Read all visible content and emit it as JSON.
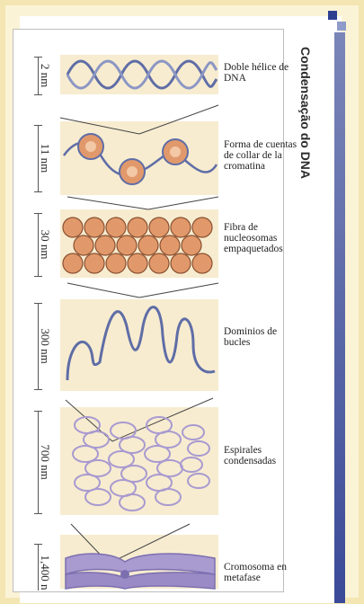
{
  "title": "Condensação do DNA",
  "levels": [
    {
      "scale": "2 nm",
      "label": "Doble hélice de DNA"
    },
    {
      "scale": "11 nm",
      "label": "Forma de cuentas de collar de la cromatina"
    },
    {
      "scale": "30 nm",
      "label": "Fibra de nucleosomas empaquetados"
    },
    {
      "scale": "300 nm",
      "label": "Dominios de bucles"
    },
    {
      "scale": "700 nm",
      "label": "Espirales condensadas"
    },
    {
      "scale": "1,400 n",
      "label": "Cromosoma en metafase"
    }
  ],
  "colors": {
    "dna": "#5f6da6",
    "nucleosome": "#e1996b",
    "band": "#f7ecd0",
    "chromosome": "#a99ad0",
    "accent": "#3b4a98"
  }
}
